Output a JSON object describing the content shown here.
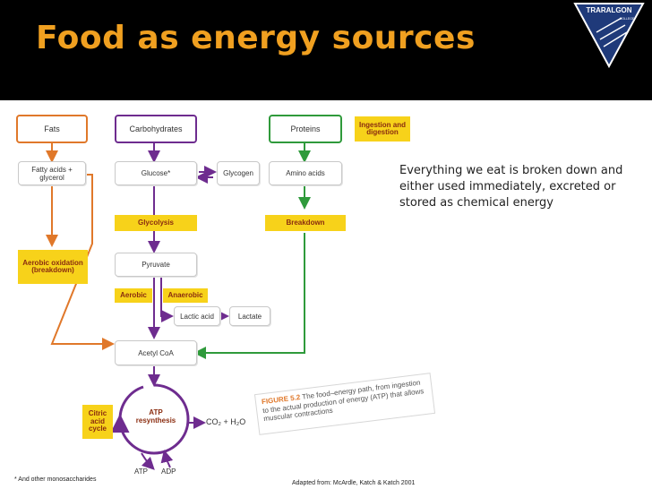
{
  "slide": {
    "title": "Food as energy sources",
    "logo_text": "TRARALGON",
    "logo_subtext": "COLLEGE",
    "body_text": "Everything we eat is broken down and either used immediately, excreted or stored as chemical energy"
  },
  "diagram": {
    "top": {
      "fats": "Fats",
      "carbohydrates": "Carbohydrates",
      "proteins": "Proteins"
    },
    "stage_ingestion": "Ingestion and digestion",
    "boxes": {
      "fatty_acids": "Fatty acids + glycerol",
      "glucose": "Glucose*",
      "glycogen": "Glycogen",
      "amino_acids": "Amino acids",
      "pyruvate": "Pyruvate",
      "lactic_acid": "Lactic acid",
      "lactate": "Lactate",
      "acetyl_coa": "Acetyl CoA"
    },
    "labels": {
      "glycolysis": "Glycolysis",
      "breakdown": "Breakdown",
      "aerobic_oxidation": "Aerobic oxidation (breakdown)",
      "aerobic": "Aerobic",
      "anaerobic": "Anaerobic",
      "citric_acid_cycle": "Citric acid cycle",
      "atp_resynthesis": "ATP resynthesis",
      "products": "CO₂ + H₂O",
      "atp": "ATP",
      "adp": "ADP"
    },
    "caption_fig": "FIGURE 5.2",
    "caption_text": "The food–energy path, from ingestion to the actual production of energy (ATP) that allows muscular contractions",
    "footnote": "* And other monosaccharides",
    "source": "Adapted from: McArdle, Katch & Katch 2001",
    "colors": {
      "title": "#f0a020",
      "fats": "#e0782a",
      "carbohydrates": "#6e2c8f",
      "proteins": "#2f9a3b",
      "stage_label": "#f7d21a"
    }
  }
}
